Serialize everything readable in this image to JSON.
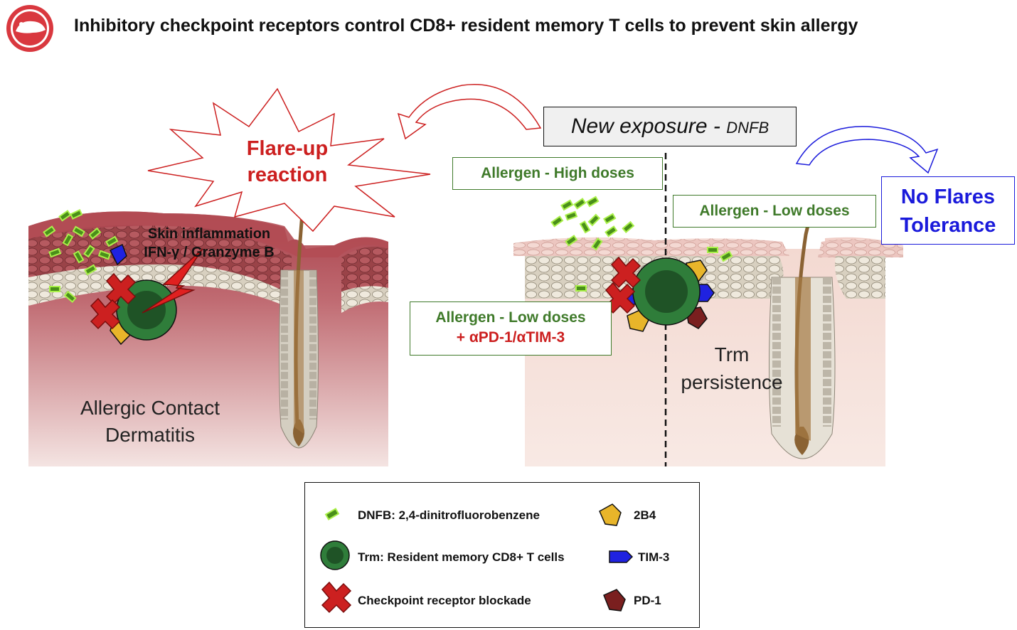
{
  "header": {
    "title": "Inhibitory checkpoint receptors control CD8+ resident memory T cells to prevent skin allergy"
  },
  "left_panel": {
    "flare_label_line1": "Flare-up",
    "flare_label_line2": "reaction",
    "inflammation_line1": "Skin inflammation",
    "inflammation_line2": "IFN-γ / Granzyme B",
    "condition_line1": "Allergic Contact",
    "condition_line2": "Dermatitis"
  },
  "center": {
    "exposure_main": "New exposure - ",
    "exposure_agent": "DNFB"
  },
  "right_panel": {
    "high_dose": "Allergen - High doses",
    "low_dose_top": "Allergen - Low doses",
    "low_dose_blockade_line1": "Allergen - Low doses",
    "low_dose_blockade_line2": "+ αPD-1/αTIM-3",
    "trm_line1": "Trm",
    "trm_line2": "persistence",
    "outcome_line1": "No Flares",
    "outcome_line2": "Tolerance"
  },
  "legend": {
    "items": [
      {
        "label": "DNFB: 2,4-dinitrofluorobenzene",
        "icon": "dnfb-icon"
      },
      {
        "label": "Trm: Resident memory CD8+ T cells",
        "icon": "trm-cell-icon"
      },
      {
        "label": "Checkpoint receptor blockade",
        "icon": "blockade-x-icon"
      },
      {
        "label": "2B4",
        "icon": "2b4-receptor-icon"
      },
      {
        "label": "TIM-3",
        "icon": "tim3-receptor-icon"
      },
      {
        "label": "PD-1",
        "icon": "pd1-receptor-icon"
      }
    ]
  },
  "colors": {
    "green_text": "#3f7a2a",
    "red_text": "#cc1f1f",
    "blue_text": "#1a1adb",
    "inflamed_skin": "#b04a52",
    "normal_skin": "#f6e3dc",
    "trm_cell": "#2f7d3a",
    "dnfb": "#7fcf2a",
    "receptor_2b4": "#e8b52a",
    "receptor_tim3": "#1f22e0",
    "receptor_pd1": "#7a1f1f"
  }
}
